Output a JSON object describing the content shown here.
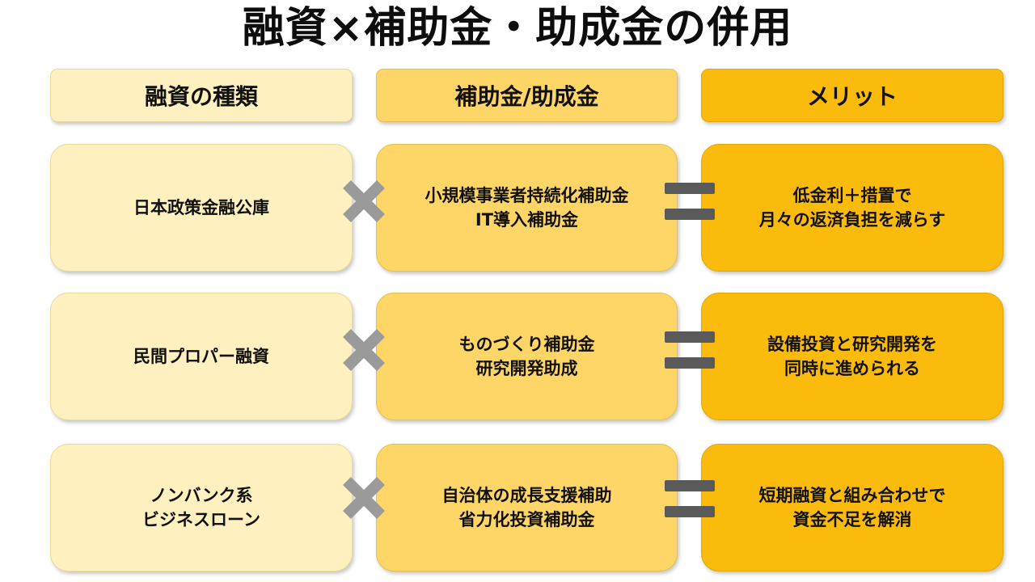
{
  "title": "融資×補助金・助成金の併用",
  "headers": {
    "loan_type": "融資の種類",
    "subsidy": "補助金/助成金",
    "merit": "メリット"
  },
  "rows": [
    {
      "loan": "日本政策金融公庫",
      "subsidy": "小規模事業者持続化補助金\nIT導入補助金",
      "merit": "低金利＋措置で\n月々の返済負担を減らす"
    },
    {
      "loan": "民間プロパー融資",
      "subsidy": "ものづくり補助金\n研究開発助成",
      "merit": "設備投資と研究開発を\n同時に進められる"
    },
    {
      "loan": "ノンバンク系\nビジネスローン",
      "subsidy": "自治体の成長支援補助\n省力化投資補助金",
      "merit": "短期融資と組み合わせで\n資金不足を解消"
    }
  ],
  "colors": {
    "light": "#fef0bf",
    "mid": "#fdd667",
    "dark": "#fbbb0c",
    "times_symbol": "#9a9a9a",
    "equals_symbol": "#5a5a5a"
  },
  "icons": {
    "operator_times": "times-icon",
    "operator_equals": "equals-icon"
  }
}
